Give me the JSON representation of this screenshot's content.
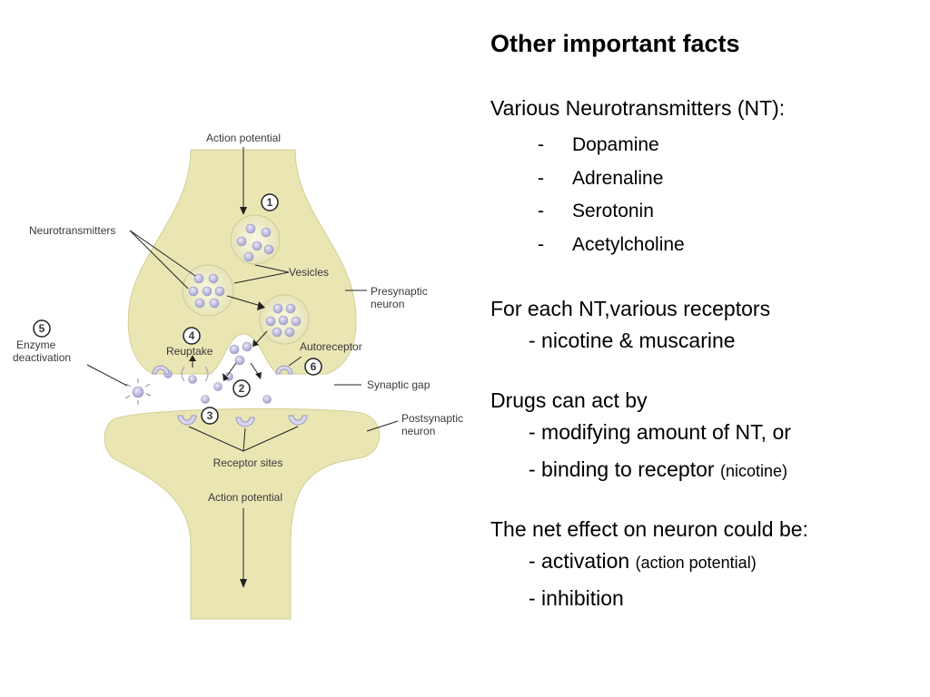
{
  "diagram": {
    "action_potential_top": "Action potential",
    "neurotransmitters": "Neurotransmitters",
    "vesicles": "Vesicles",
    "presynaptic_1": "Presynaptic",
    "presynaptic_2": "neuron",
    "reuptake": "Reuptake",
    "autoreceptor": "Autoreceptor",
    "enzyme_1": "Enzyme",
    "enzyme_2": "deactivation",
    "synaptic_gap": "Synaptic gap",
    "postsynaptic_1": "Postsynaptic",
    "postsynaptic_2": "neuron",
    "receptor_sites": "Receptor sites",
    "action_potential_bottom": "Action potential",
    "markers": [
      "1",
      "2",
      "3",
      "4",
      "5",
      "6"
    ]
  },
  "slide": {
    "title": "Other important facts",
    "nt_heading": "Various Neurotransmitters (NT):",
    "nt_list": [
      {
        "dash": "-",
        "text": "Dopamine"
      },
      {
        "dash": "-",
        "text": "Adrenaline"
      },
      {
        "dash": "-",
        "text": "Serotonin"
      },
      {
        "dash": "-",
        "text": "Acetylcholine"
      }
    ],
    "receptors_heading": "For each NT,various receptors",
    "receptors_sub": "- nicotine & muscarine",
    "drugs_heading": "Drugs can act by",
    "drugs_sub1": "- modifying amount of NT, or",
    "drugs_sub2_main": "-  binding to receptor",
    "drugs_sub2_note": "(nicotine)",
    "effect_heading": "The net effect on neuron could be:",
    "effect_sub1_main": "- activation",
    "effect_sub1_note": "(action potential)",
    "effect_sub2": "- inhibition"
  }
}
